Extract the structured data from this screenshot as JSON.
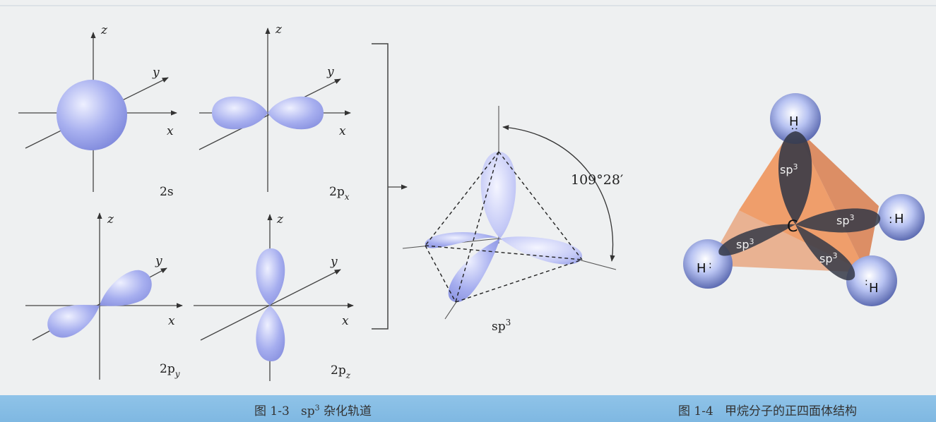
{
  "axis_labels": {
    "x": "x",
    "y": "y",
    "z": "z"
  },
  "orbital_labels": {
    "s": "2s",
    "px_base": "2p",
    "px_sub": "x",
    "py_base": "2p",
    "py_sub": "y",
    "pz_base": "2p",
    "pz_sub": "z",
    "sp3_base": "sp",
    "sp3_sup": "3"
  },
  "bond_angle": "109°28′",
  "methane": {
    "atom_c": "C",
    "atom_h": "H",
    "lone_dots": ":",
    "orbital_base": "sp",
    "orbital_sup": "3"
  },
  "captions": {
    "fig3_num": "图 1-3",
    "fig3_sp_base": "sp",
    "fig3_sp_sup": "3",
    "fig3_text": "杂化轨道",
    "fig4_num": "图 1-4",
    "fig4_text": "甲烷分子的正四面体结构"
  },
  "colors": {
    "orbital": "#8d97e6",
    "orbital_light": "#dfe2fb",
    "tetra_fill": "#f08a4f",
    "sp3_lobe_dark": "#333845",
    "caption_bar": "#86bde5"
  }
}
